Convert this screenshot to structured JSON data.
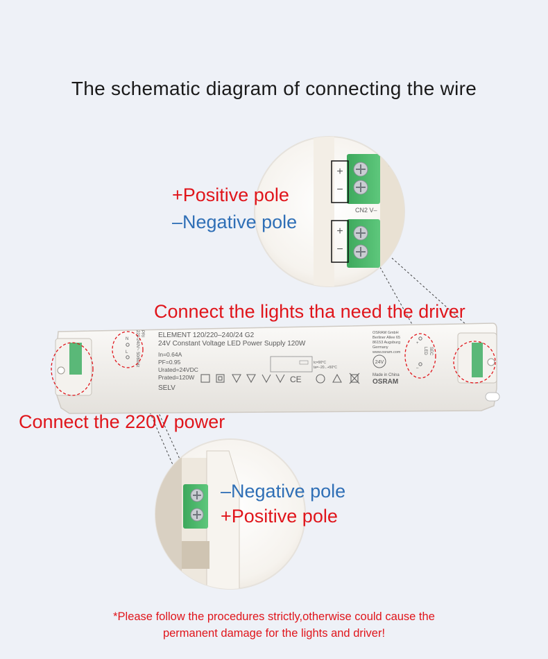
{
  "title": "The schematic diagram of connecting the wire",
  "labels": {
    "top_positive": "+Positive pole",
    "top_negative": "–Negative pole",
    "connect_lights": "Connect the lights tha need the driver",
    "connect_power": "Connect the 220V power",
    "bottom_negative": "–Negative pole",
    "bottom_positive": "+Positive pole"
  },
  "notice": {
    "line1": "*Please follow the procedures strictly,otherwise could cause the",
    "line2": "permanent damage for the lights and driver!"
  },
  "device": {
    "model": "ELEMENT 120/220–240/24 G2",
    "description": "24V Constant Voltage LED Power Supply 120W",
    "input_current": "In=0.64A",
    "power_factor": "PF=0.95",
    "rated_voltage": "Urated=24VDC",
    "rated_power": "Prated=120W",
    "selv": "SELV",
    "manufacturer_lines": [
      "OSRAM GmbH",
      "Berliner Allee 65",
      "86153 Augsburg",
      "Germany",
      "www.osram.com"
    ],
    "made_in": "Made in China",
    "brand": "OSRAM",
    "voltage_badge": "24V",
    "input_side_label": "PRI",
    "input_rating": "220-240V~ 50/60Hz",
    "input_terminals": [
      "N",
      "L"
    ],
    "output_side_label": "SEC",
    "output_terminals": [
      "+",
      "–"
    ],
    "output_side_word": "LED",
    "zoom_terminal_plus": "+",
    "zoom_terminal_minus": "−",
    "zoom_connector_label": "CN2 V–",
    "temp_rating_1": "tc=90°C",
    "temp_rating_2": "ta=−20...+50°C"
  },
  "colors": {
    "accent_red": "#e0151b",
    "accent_blue": "#2f6fb6",
    "terminal_green": "#4bb86a",
    "background": "#eef1f7"
  }
}
